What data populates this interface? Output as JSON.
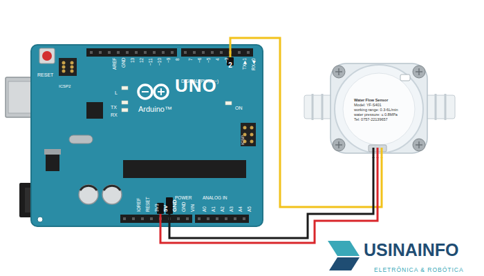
{
  "diagram": {
    "nodes": [
      {
        "text": [
          "UNO",
          "Arduino™"
        ]
      },
      {
        "text": [
          "2"
        ],
        "in": 0
      },
      {
        "text": [
          "5V"
        ],
        "in": 0
      },
      {
        "text": [
          "GND"
        ],
        "in": 0
      },
      {
        "text": [
          "Water Flow Sensor",
          "Model: YF-S401",
          "working range: 0.3-6L/min",
          "water pressure: ≤ 0.8MPa",
          "Tel: 0757-22139657"
        ]
      }
    ],
    "edges": [
      {
        "from": 1,
        "to": 4,
        "arrow": "none"
      },
      {
        "from": 2,
        "to": 4,
        "arrow": "none"
      },
      {
        "from": 3,
        "to": 4,
        "arrow": "none"
      }
    ],
    "labels": [
      "RESET",
      "ICSP2",
      "AREF",
      "GND",
      "13",
      "12",
      "~11",
      "~10",
      "~9",
      "8",
      "7",
      "~6",
      "~5",
      "4",
      "~3",
      "TX▶1",
      "RX◀0",
      "DIGITAL (PWM=~)",
      "L",
      "TX",
      "RX",
      "ON",
      "ICSP",
      "IOREF",
      "RESET",
      "3V3",
      "GND",
      "VIN",
      "POWER",
      "ANALOG IN",
      "A0",
      "A1",
      "A2",
      "A3",
      "A4",
      "A5",
      "USINAINFO",
      "ELETRÔNICA & ROBÓTICA"
    ]
  }
}
